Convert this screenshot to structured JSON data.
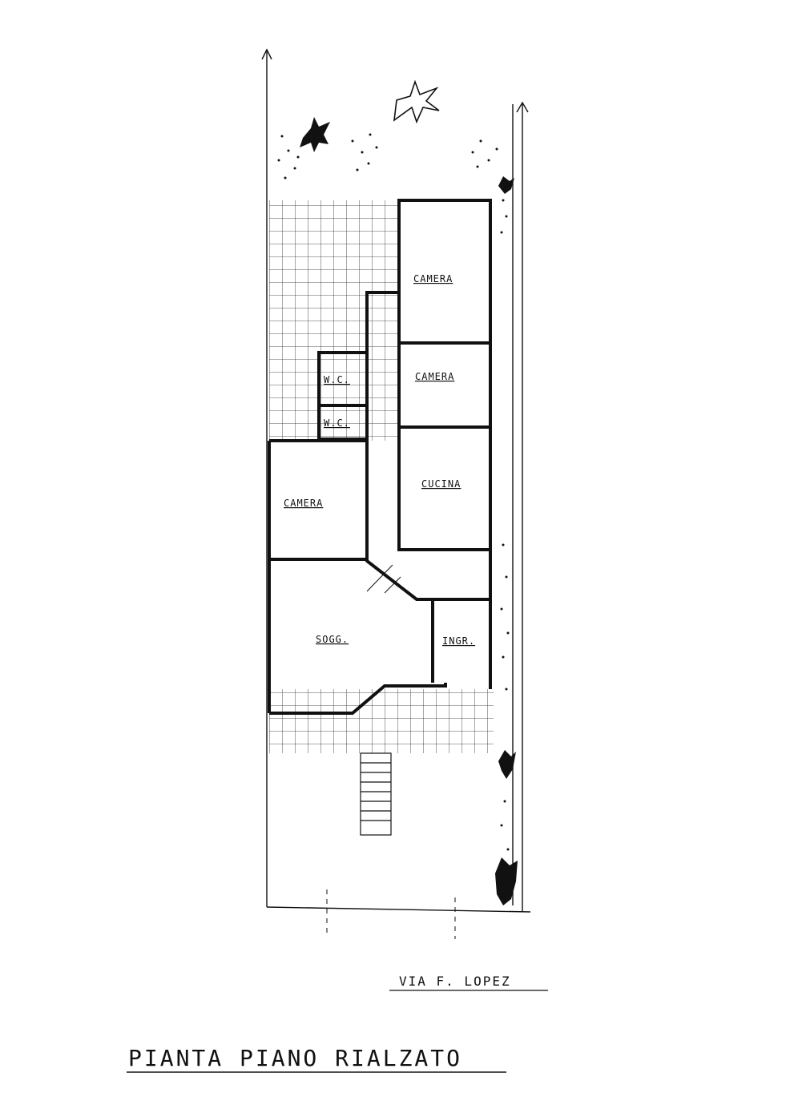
{
  "rooms": {
    "camera_1": "CAMERA",
    "camera_2": "CAMERA",
    "camera_3": "CAMERA",
    "cucina": "CUCINA",
    "wc_1": "W.C.",
    "wc_2": "W.C.",
    "soggiorno": "SOGG.",
    "ingresso": "INGR."
  },
  "street_label": "VIA  F. LOPEZ",
  "title": "PIANTA PIANO RIALZATO"
}
